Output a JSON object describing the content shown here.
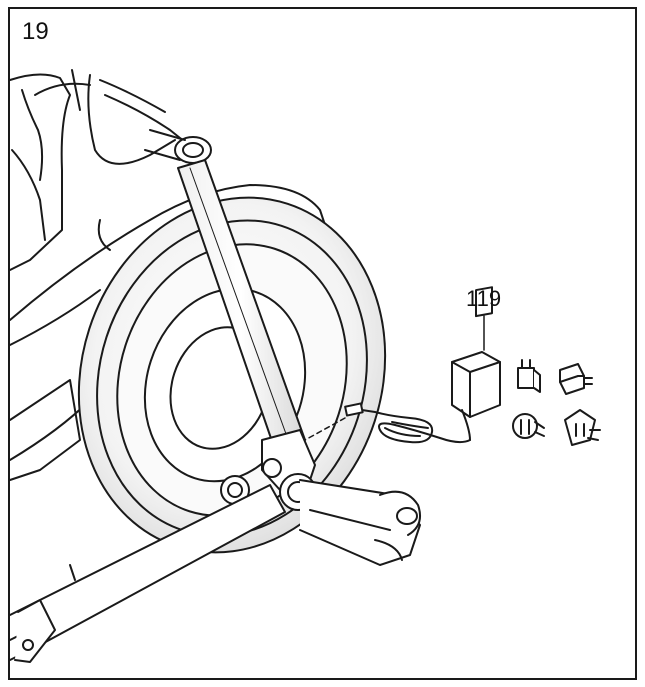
{
  "step": {
    "number": "19"
  },
  "parts": [
    {
      "callout": "119",
      "item": "power-adapter"
    }
  ],
  "colors": {
    "line": "#1a1a1a",
    "background": "#ffffff",
    "shade": "#e6e6e6"
  }
}
